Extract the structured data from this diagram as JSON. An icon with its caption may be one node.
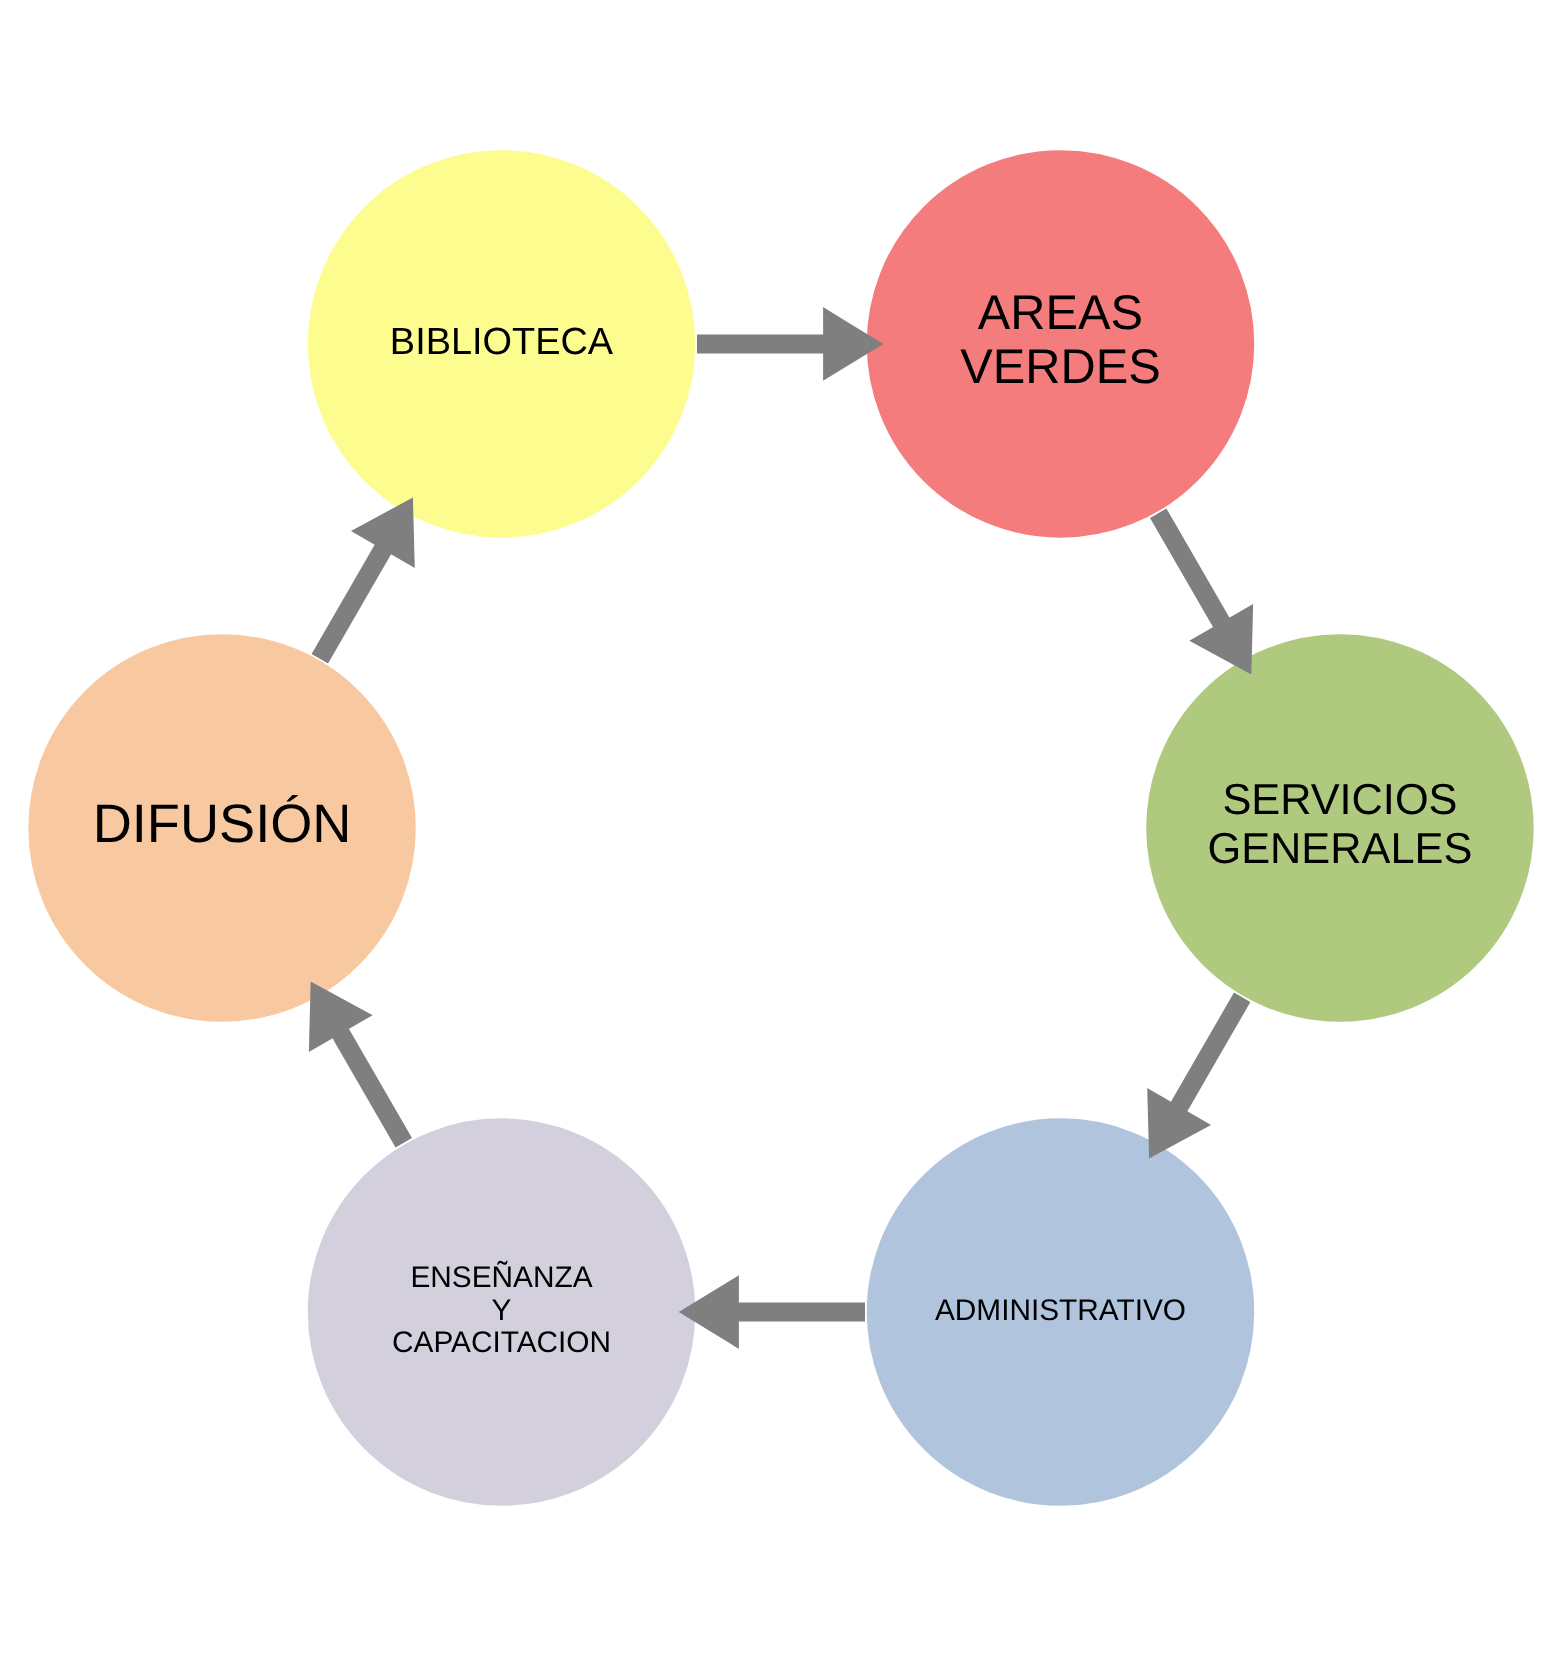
{
  "diagram": {
    "nodes": [
      {
        "text": [
          "ADMINISTRATIVO"
        ]
      },
      {
        "text": [
          "ENSEÑANZA Y CAPACITACION"
        ]
      },
      {
        "text": [
          "DIFUSIÓN"
        ]
      },
      {
        "text": [
          "BIBLIOTECA"
        ]
      },
      {
        "text": [
          "AREAS VERDES"
        ]
      },
      {
        "text": [
          "SERVICIOS GENERALES"
        ]
      }
    ],
    "edges": [
      {
        "from": 0,
        "to": 1,
        "arrow": "to"
      },
      {
        "from": 1,
        "to": 2,
        "arrow": "to"
      },
      {
        "from": 2,
        "to": 3,
        "arrow": "to"
      },
      {
        "from": 3,
        "to": 4,
        "arrow": "to"
      },
      {
        "from": 4,
        "to": 5,
        "arrow": "to"
      },
      {
        "from": 5,
        "to": 0,
        "arrow": "to"
      }
    ]
  }
}
